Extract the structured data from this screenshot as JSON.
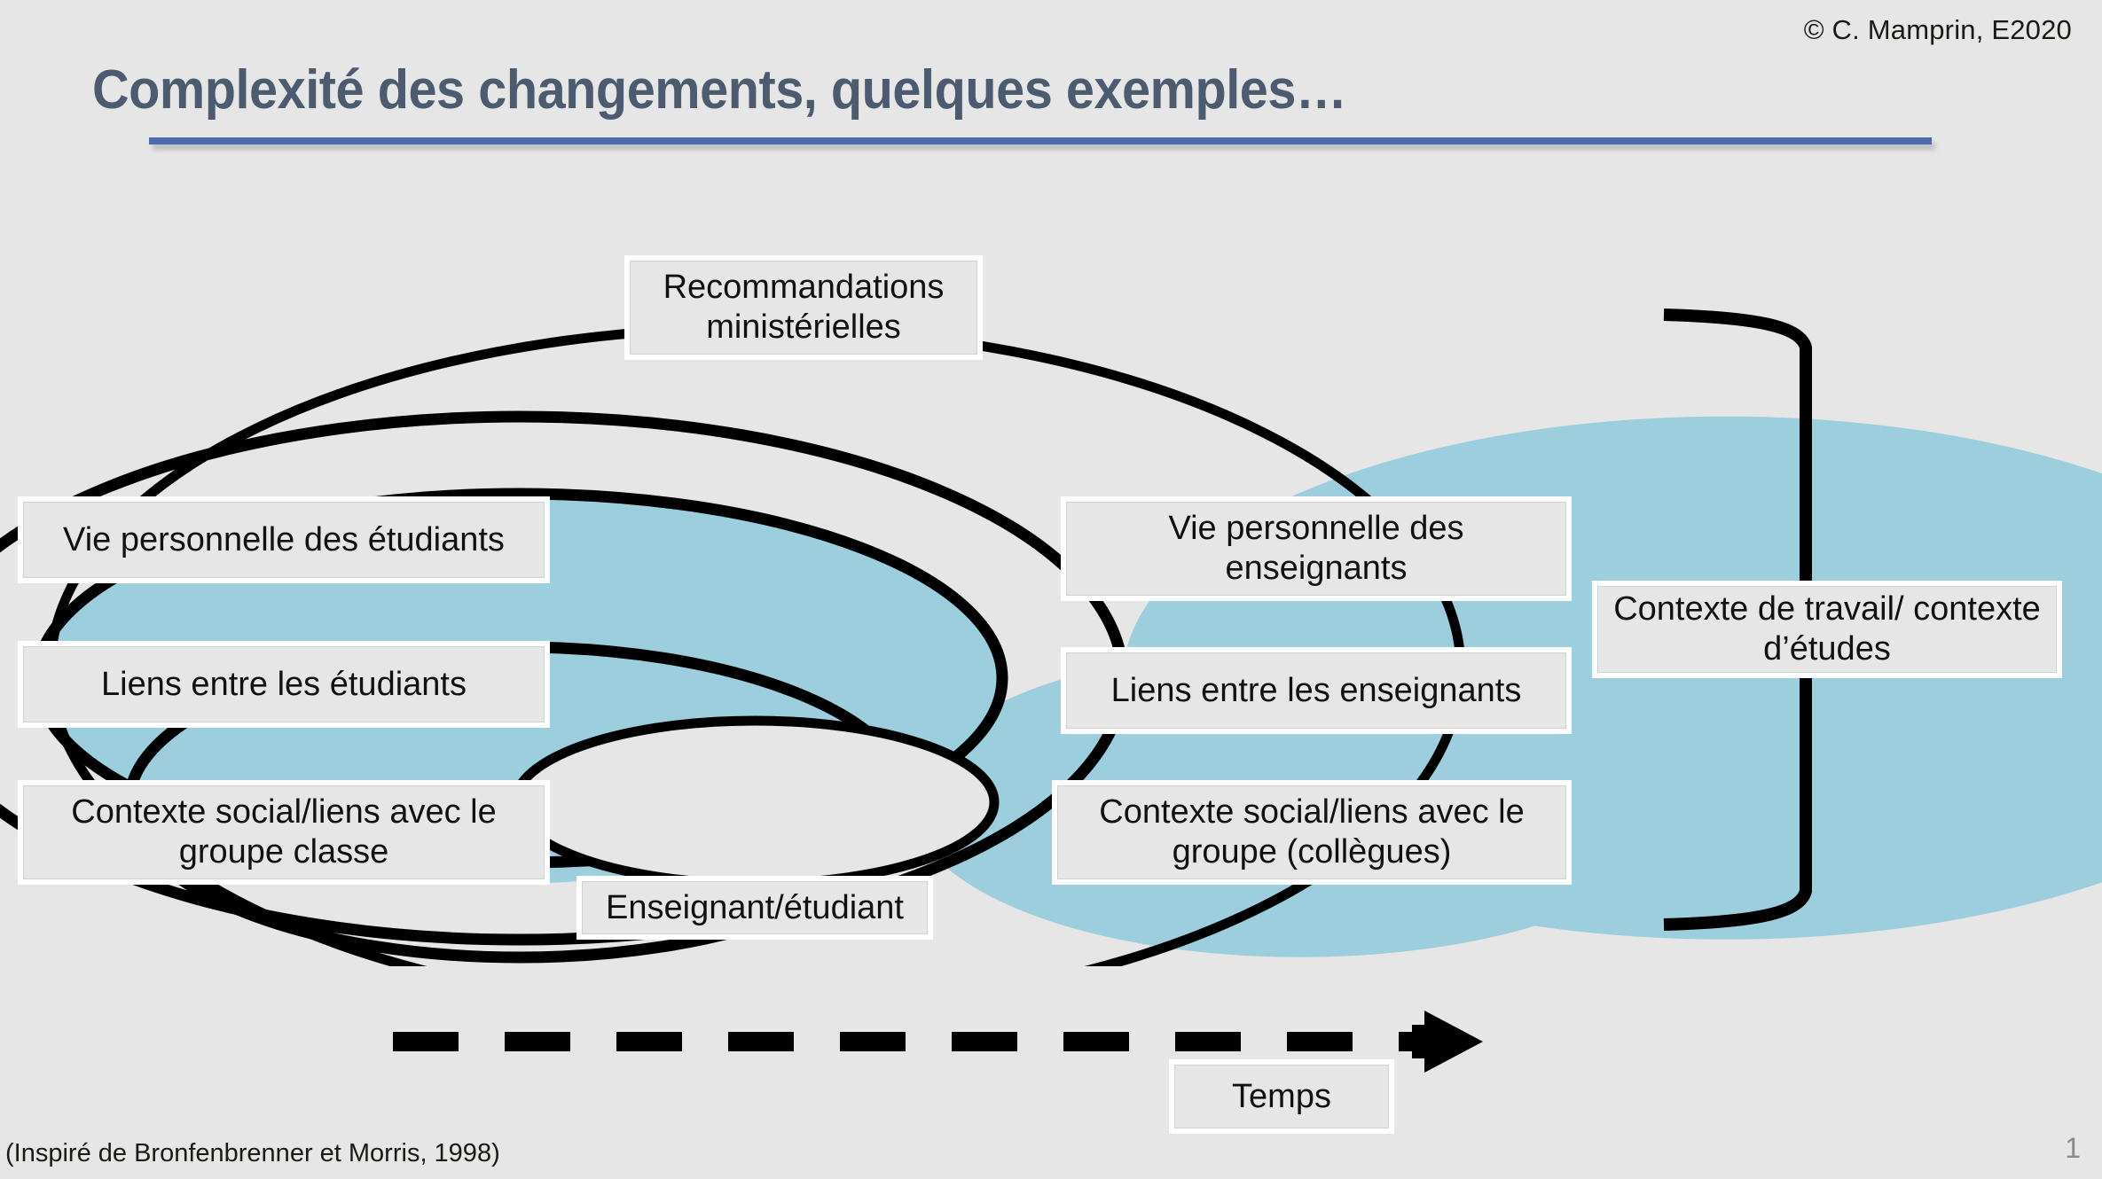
{
  "slide": {
    "title": "Complexité des changements, quelques exemples…",
    "copyright": "© C. Mamprin, E2020",
    "source_note": "(Inspiré de Bronfenbrenner et Morris, 1998)",
    "slide_number": "1",
    "accent_color": "#4f6bb0",
    "title_color": "#4d5b70",
    "background_color": "#e6e6e6",
    "ring_fill_color": "#9ccede",
    "stroke_color": "#000000"
  },
  "diagram": {
    "type": "concentric-ellipses-bioecological-model",
    "center_label": "Enseignant/étudiant",
    "top_label": "Recommandations ministérielles",
    "left_labels": [
      "Vie personnelle des étudiants",
      "Liens entre les étudiants",
      "Contexte social/liens avec le groupe classe"
    ],
    "right_labels": [
      "Vie personnelle des enseignants",
      "Liens entre les enseignants",
      "Contexte social/liens avec le groupe (collègues)"
    ],
    "bracket_label": "Contexte de travail/ contexte d’études",
    "time_axis_label": "Temps"
  },
  "labels": {
    "recommandations": "Recommandations ministérielles",
    "vie_etudiants": "Vie personnelle des étudiants",
    "liens_etudiants": "Liens entre les étudiants",
    "contexte_classe": "Contexte social/liens avec le groupe classe",
    "vie_enseignants": "Vie personnelle des enseignants",
    "liens_enseignants": "Liens entre les enseignants",
    "contexte_collegues": "Contexte social/liens avec le groupe (collègues)",
    "enseignant_etudiant": "Enseignant/étudiant",
    "contexte_travail": "Contexte de travail/ contexte d’études",
    "temps": "Temps"
  }
}
